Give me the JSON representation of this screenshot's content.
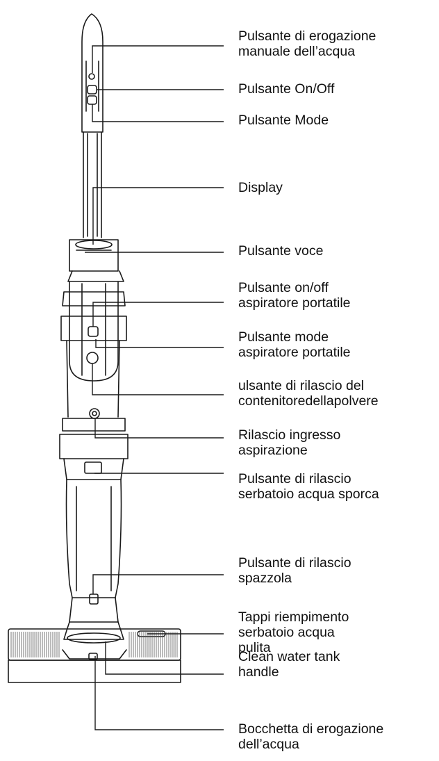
{
  "diagram": {
    "colors": {
      "line": "#1a1a1a",
      "text": "#111111",
      "background": "#ffffff",
      "texture": "#555555"
    },
    "labels": [
      {
        "id": "manual-water-button",
        "lines": [
          "Pulsante di erogazione",
          "manuale dell’acqua"
        ]
      },
      {
        "id": "on-off-button",
        "lines": [
          "Pulsante On/Off"
        ]
      },
      {
        "id": "mode-button",
        "lines": [
          "Pulsante Mode"
        ]
      },
      {
        "id": "display",
        "lines": [
          "Display"
        ]
      },
      {
        "id": "voice-button",
        "lines": [
          "Pulsante voce"
        ]
      },
      {
        "id": "handheld-on-off-button",
        "lines": [
          "Pulsante on/off",
          "aspiratore portatile"
        ]
      },
      {
        "id": "handheld-mode-button",
        "lines": [
          "Pulsante mode",
          "aspiratore portatile"
        ]
      },
      {
        "id": "dust-container-release",
        "lines": [
          "ulsante di rilascio del",
          "contenitoredellapolvere"
        ]
      },
      {
        "id": "suction-inlet-release",
        "lines": [
          "Rilascio ingresso",
          "aspirazione"
        ]
      },
      {
        "id": "dirty-tank-release",
        "lines": [
          "Pulsante di rilascio",
          "serbatoio acqua sporca"
        ]
      },
      {
        "id": "brush-release",
        "lines": [
          "Pulsante di rilascio",
          "spazzola"
        ]
      },
      {
        "id": "clean-tank-caps",
        "lines": [
          "Tappi riempimento",
          "serbatoio acqua",
          "pulita"
        ]
      },
      {
        "id": "clean-tank-handle",
        "lines": [
          "Clean water tank",
          "handle"
        ]
      },
      {
        "id": "water-nozzle",
        "lines": [
          "Bocchetta di erogazione",
          "dell’acqua"
        ]
      }
    ]
  }
}
